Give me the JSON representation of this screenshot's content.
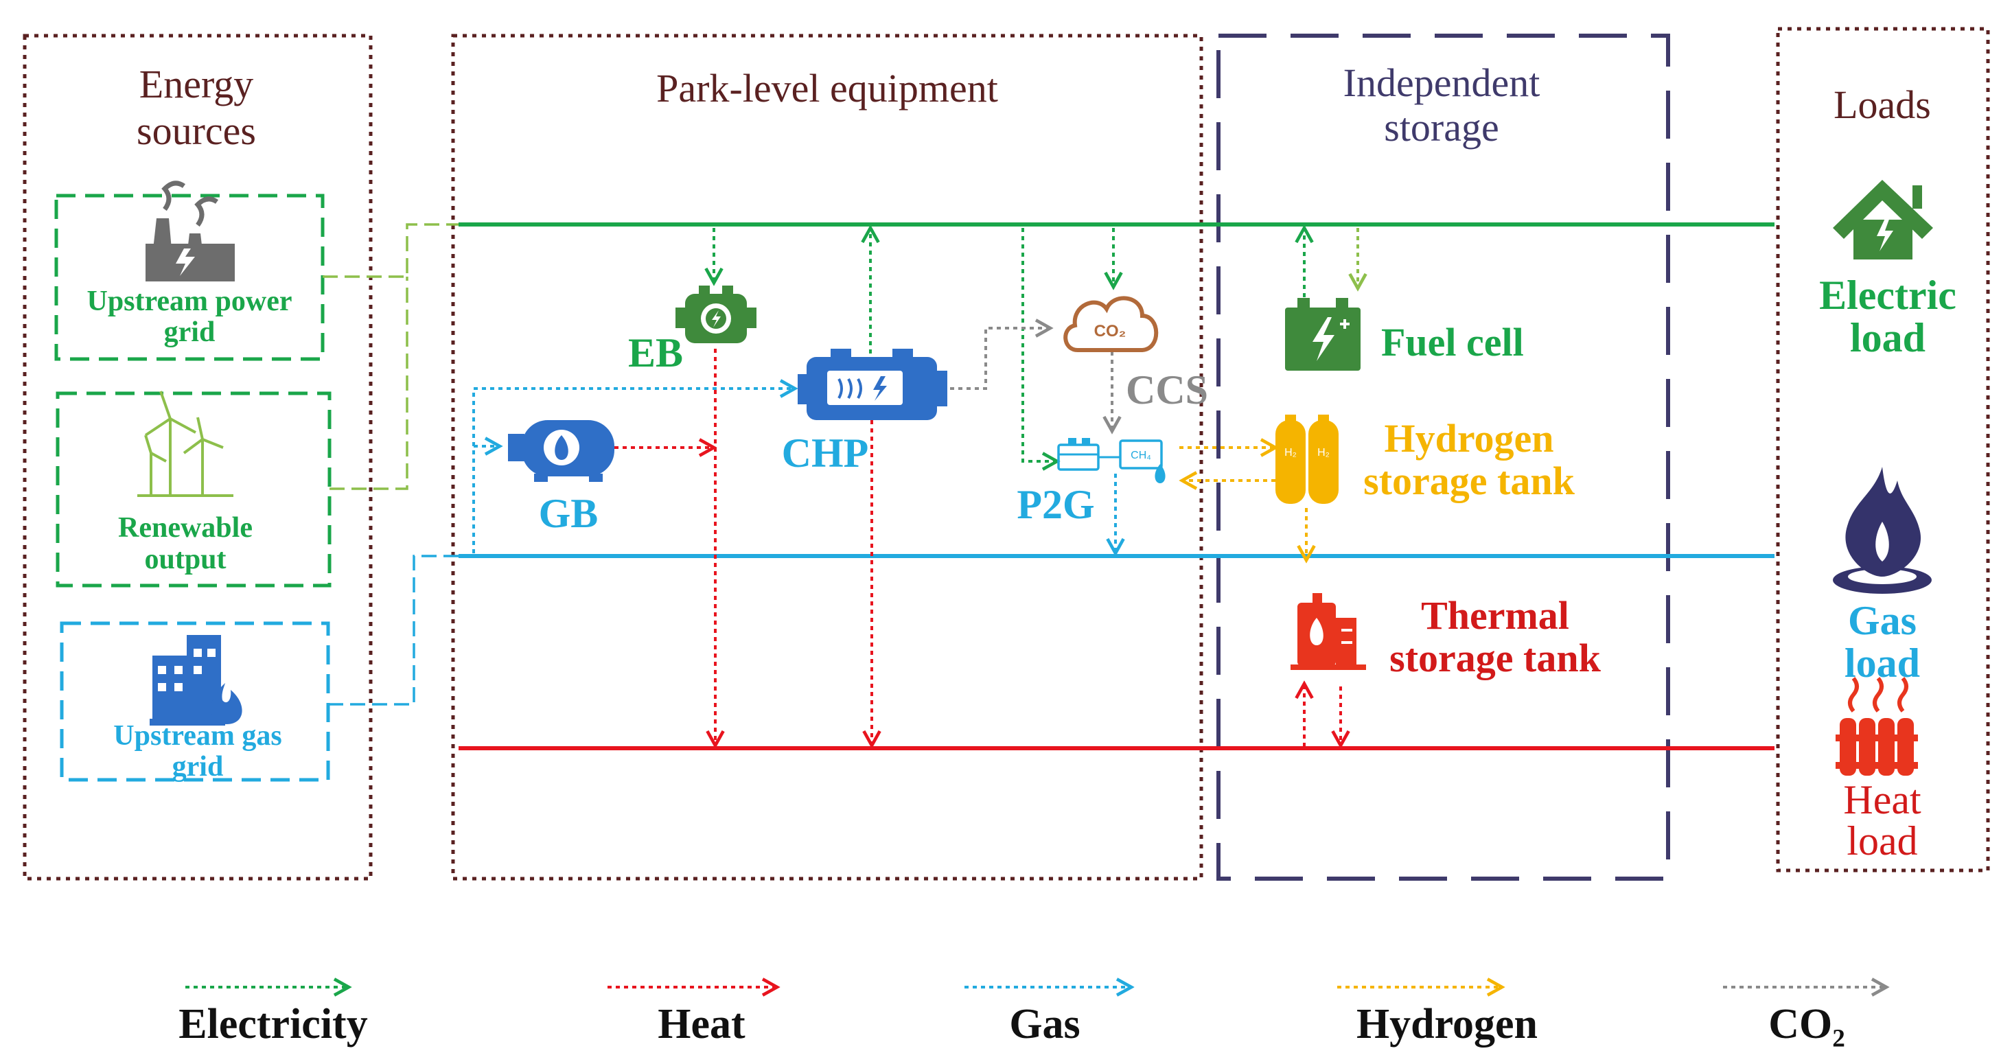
{
  "sections": {
    "energy_sources": "Energy sources",
    "park_level": "Park-level equipment",
    "independent_storage": "Independent storage",
    "loads": "Loads"
  },
  "sources": {
    "power_grid": "Upstream power grid",
    "renewable": "Renewable output",
    "gas_grid": "Upstream gas grid"
  },
  "equipment": {
    "eb": "EB",
    "chp": "CHP",
    "gb": "GB",
    "ccs": "CCS",
    "p2g": "P2G",
    "co2_badge": "CO₂",
    "h2_badge": "H₂",
    "ch4_badge": "CH₄"
  },
  "storage": {
    "fuel_cell": "Fuel cell",
    "hydrogen_tank": "Hydrogen storage tank",
    "thermal_tank": "Thermal storage tank"
  },
  "loads": {
    "electric": "Electric load",
    "gas": "Gas load",
    "heat": "Heat load"
  },
  "legend": {
    "electricity": "Electricity",
    "heat": "Heat",
    "gas": "Gas",
    "hydrogen": "Hydrogen",
    "co2": "CO₂"
  },
  "colors": {
    "electricity": "#1aa64a",
    "heat": "#e8141e",
    "gas": "#22aadf",
    "hydrogen": "#f5b400",
    "co2": "#8a8a8a",
    "frame_brown": "#5a2121",
    "frame_purple": "#3f3a6b",
    "icon_green": "#3f8a3c",
    "icon_blue": "#2f6fc7",
    "icon_navy": "#34336b",
    "icon_red": "#e8351e"
  }
}
